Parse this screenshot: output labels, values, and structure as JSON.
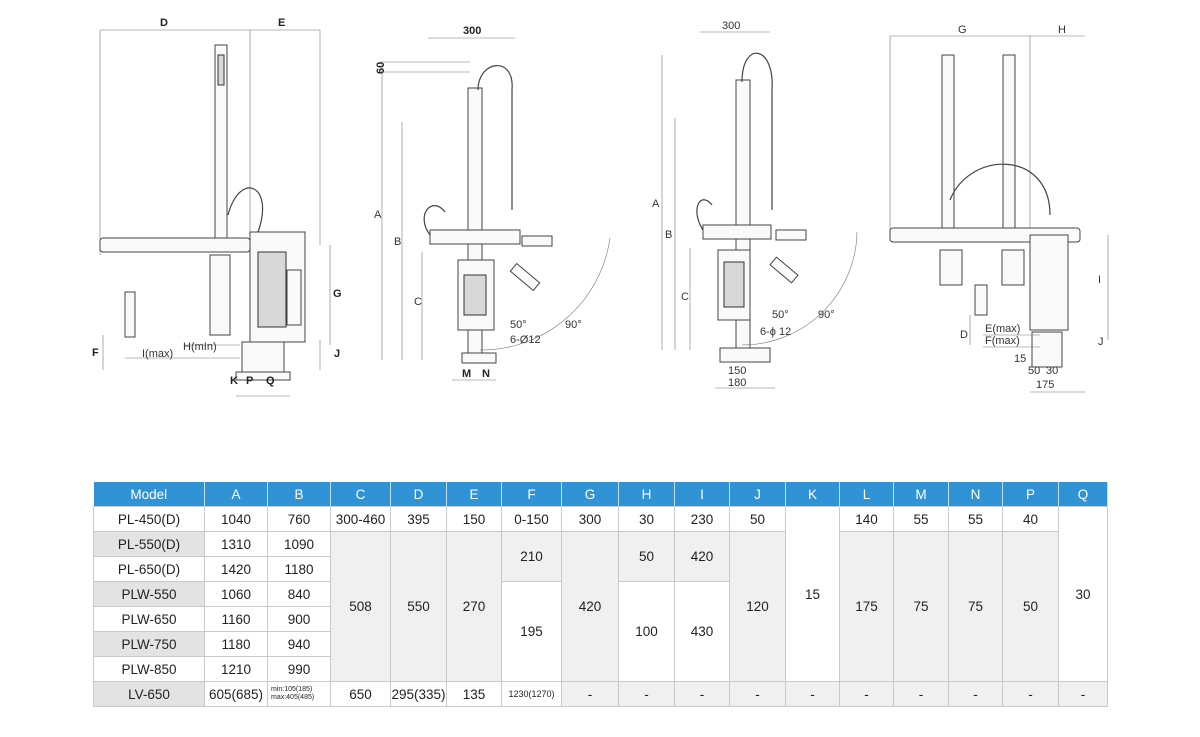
{
  "drawing_labels": {
    "v1": [
      "D",
      "E",
      "G",
      "H(mIn)",
      "I(max)",
      "F",
      "J",
      "K",
      "P",
      "Q"
    ],
    "v2": [
      "300",
      "60",
      "A",
      "B",
      "C",
      "50°",
      "90°",
      "6-Ø12",
      "M",
      "N"
    ],
    "v3": [
      "300",
      "A",
      "B",
      "C",
      "50°",
      "90°",
      "6-ϕ 12",
      "150",
      "180"
    ],
    "v4": [
      "G",
      "H",
      "I",
      "D",
      "E(max)",
      "F(max)",
      "J",
      "15",
      "50",
      "30",
      "175"
    ]
  },
  "table": {
    "headers": [
      "Model",
      "A",
      "B",
      "C",
      "D",
      "E",
      "F",
      "G",
      "H",
      "I",
      "J",
      "K",
      "L",
      "M",
      "N",
      "P",
      "Q"
    ],
    "rows": [
      {
        "model": "PL-450(D)",
        "A": "1040",
        "B": "760",
        "C": "300-460",
        "D": "395",
        "E": "150",
        "F": "0-150",
        "G": "300",
        "H": "30",
        "I": "230",
        "J": "50",
        "L": "140",
        "M": "55",
        "N": "55",
        "P": "40"
      },
      {
        "model": "PL-550(D)",
        "A": "1310",
        "B": "1090"
      },
      {
        "model": "PL-650(D)",
        "A": "1420",
        "B": "1180"
      },
      {
        "model": "PLW-550",
        "A": "1060",
        "B": "840"
      },
      {
        "model": "PLW-650",
        "A": "1160",
        "B": "900"
      },
      {
        "model": "PLW-750",
        "A": "1180",
        "B": "940"
      },
      {
        "model": "PLW-850",
        "A": "1210",
        "B": "990"
      },
      {
        "model": "LV-650",
        "A": "605(685)",
        "B_min": "min:105(185)",
        "B_max": "max:405(485)",
        "C": "650",
        "D": "295(335)",
        "E": "135",
        "F": "1230(1270)",
        "G": "-",
        "H": "-",
        "I": "-",
        "J": "-",
        "K": "-",
        "L": "-",
        "M": "-",
        "N": "-",
        "P": "-",
        "Q": "-"
      }
    ],
    "merged": {
      "C_mid": "508",
      "D_mid": "550",
      "E_mid": "270",
      "F_upper": "210",
      "F_lower": "195",
      "G_mid": "420",
      "H_upper": "50",
      "H_lower": "100",
      "I_upper": "420",
      "I_lower": "430",
      "J_mid": "120",
      "K_all": "15",
      "L_mid": "175",
      "M_mid": "75",
      "N_mid": "75",
      "P_mid": "50",
      "Q_all": "30"
    }
  }
}
